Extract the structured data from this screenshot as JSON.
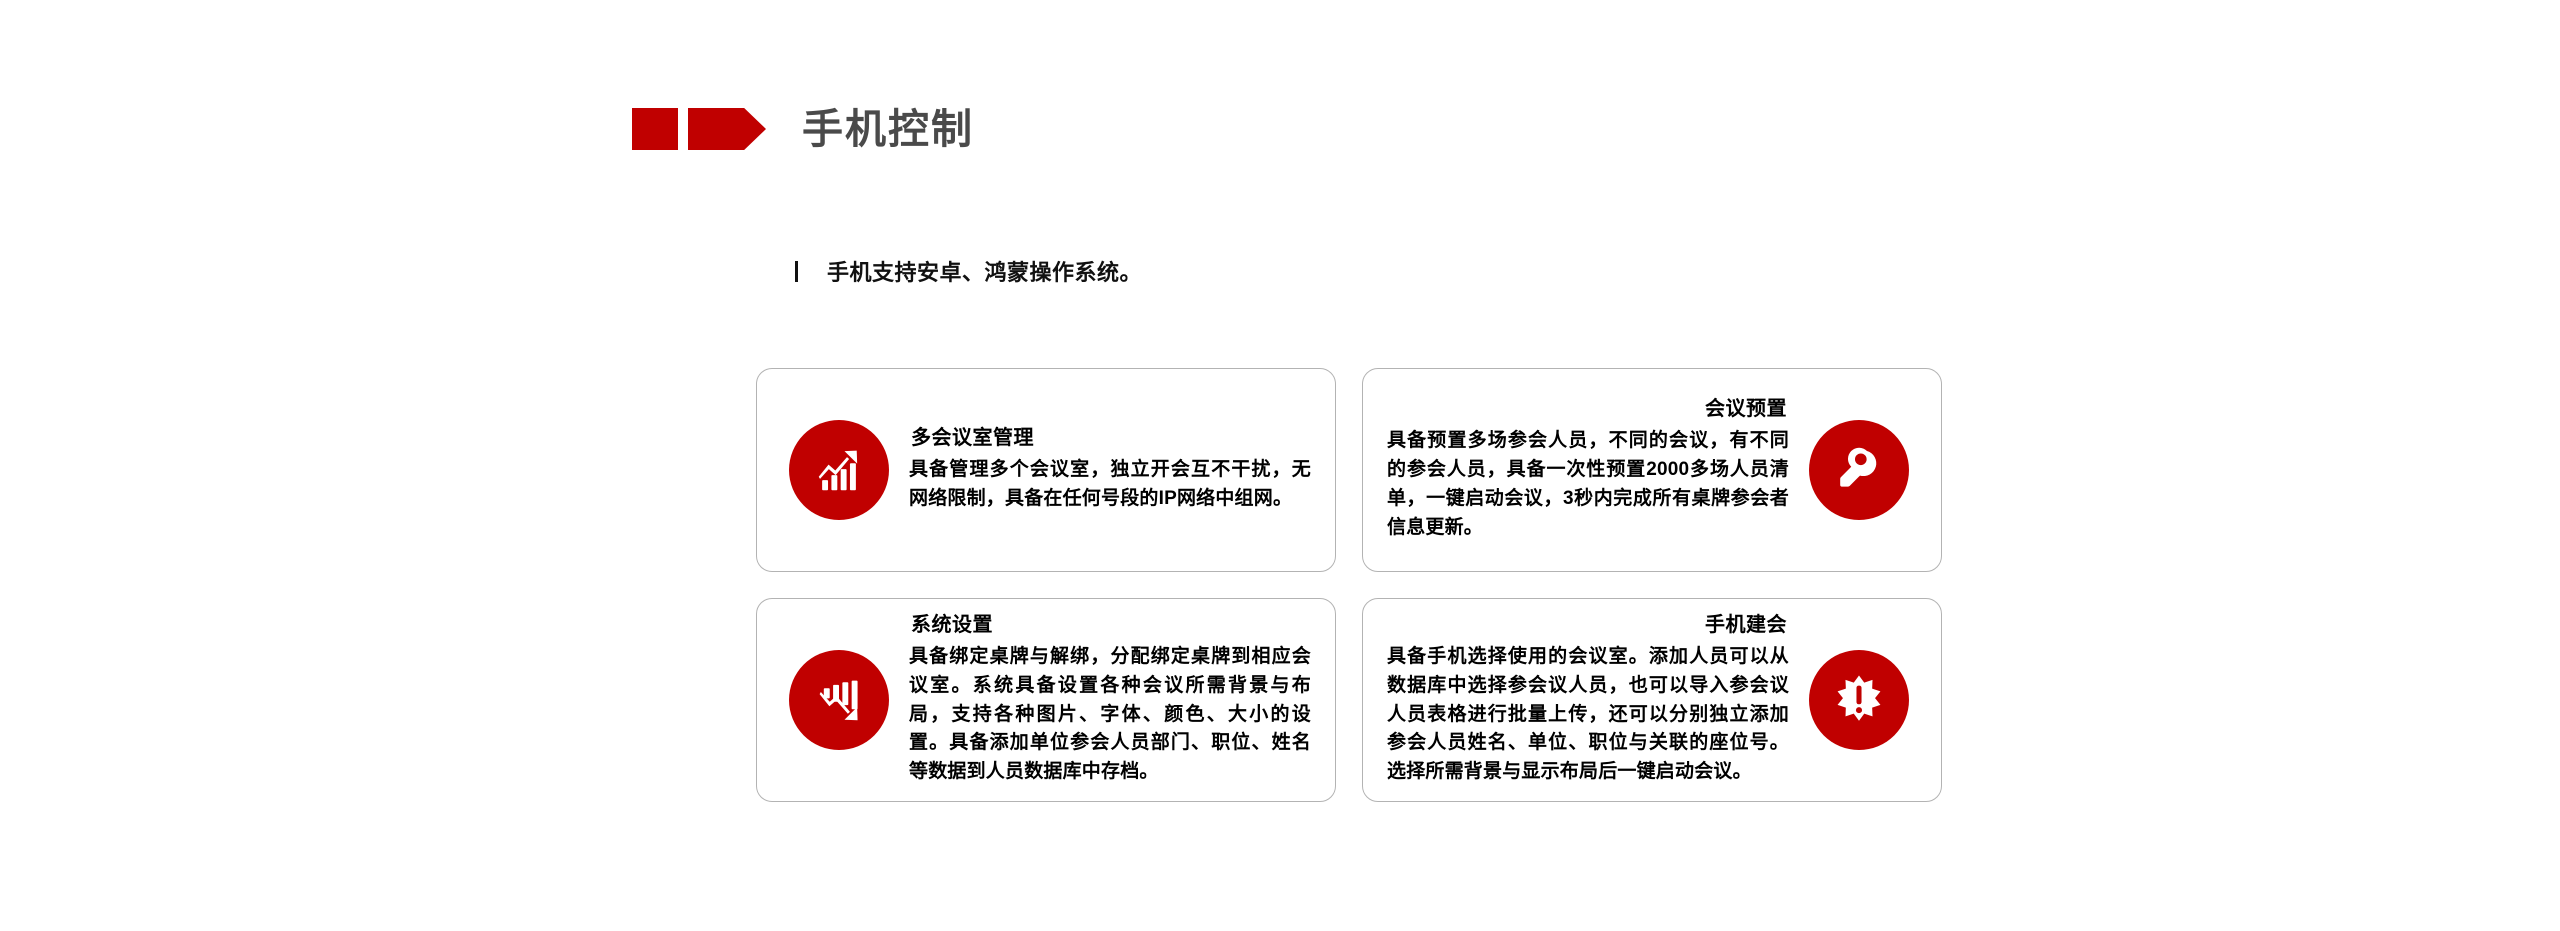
{
  "header": {
    "title": "手机控制",
    "decoration": {
      "square_icon": "red-square-icon",
      "arrow_icon": "red-arrow-icon",
      "color": "#C00000"
    }
  },
  "subtitle": {
    "marker_icon": "bullet-bar-icon",
    "text": "手机支持安卓、鸿蒙操作系统。"
  },
  "theme": {
    "accent_color": "#C00000",
    "title_color": "#4a4a4a",
    "body_color": "#000000",
    "card_border_color": "#b3b3b3"
  },
  "cards": [
    {
      "id": "multi-meeting-room-management",
      "title": "多会议室管理",
      "text": "具备管理多个会议室，独立开会互不干扰，无网络限制，具备在任何号段的IP网络中组网。",
      "icon": "growth-chart-icon",
      "icon_side": "left"
    },
    {
      "id": "meeting-preset",
      "title": "会议预置",
      "text": "具备预置多场参会人员，不同的会议，有不同的参会人员，具备一次性预置2000多场人员清单，一键启动会议，3秒内完成所有桌牌参会者信息更新。",
      "icon": "key-icon",
      "icon_side": "right"
    },
    {
      "id": "system-settings",
      "title": "系统设置",
      "text": "具备绑定桌牌与解绑，分配绑定桌牌到相应会议室。系统具备设置各种会议所需背景与布局，支持各种图片、字体、颜色、大小的设置。具备添加单位参会人员部门、职位、姓名等数据到人员数据库中存档。",
      "icon": "declining-chart-icon",
      "icon_side": "left"
    },
    {
      "id": "mobile-create-meeting",
      "title": "手机建会",
      "text": "具备手机选择使用的会议室。添加人员可以从数据库中选择参会议人员，也可以导入参会议人员表格进行批量上传，还可以分别独立添加参会人员姓名、单位、职位与关联的座位号。选择所需背景与显示布局后一键启动会议。",
      "icon": "starburst-alert-icon",
      "icon_side": "right"
    }
  ]
}
